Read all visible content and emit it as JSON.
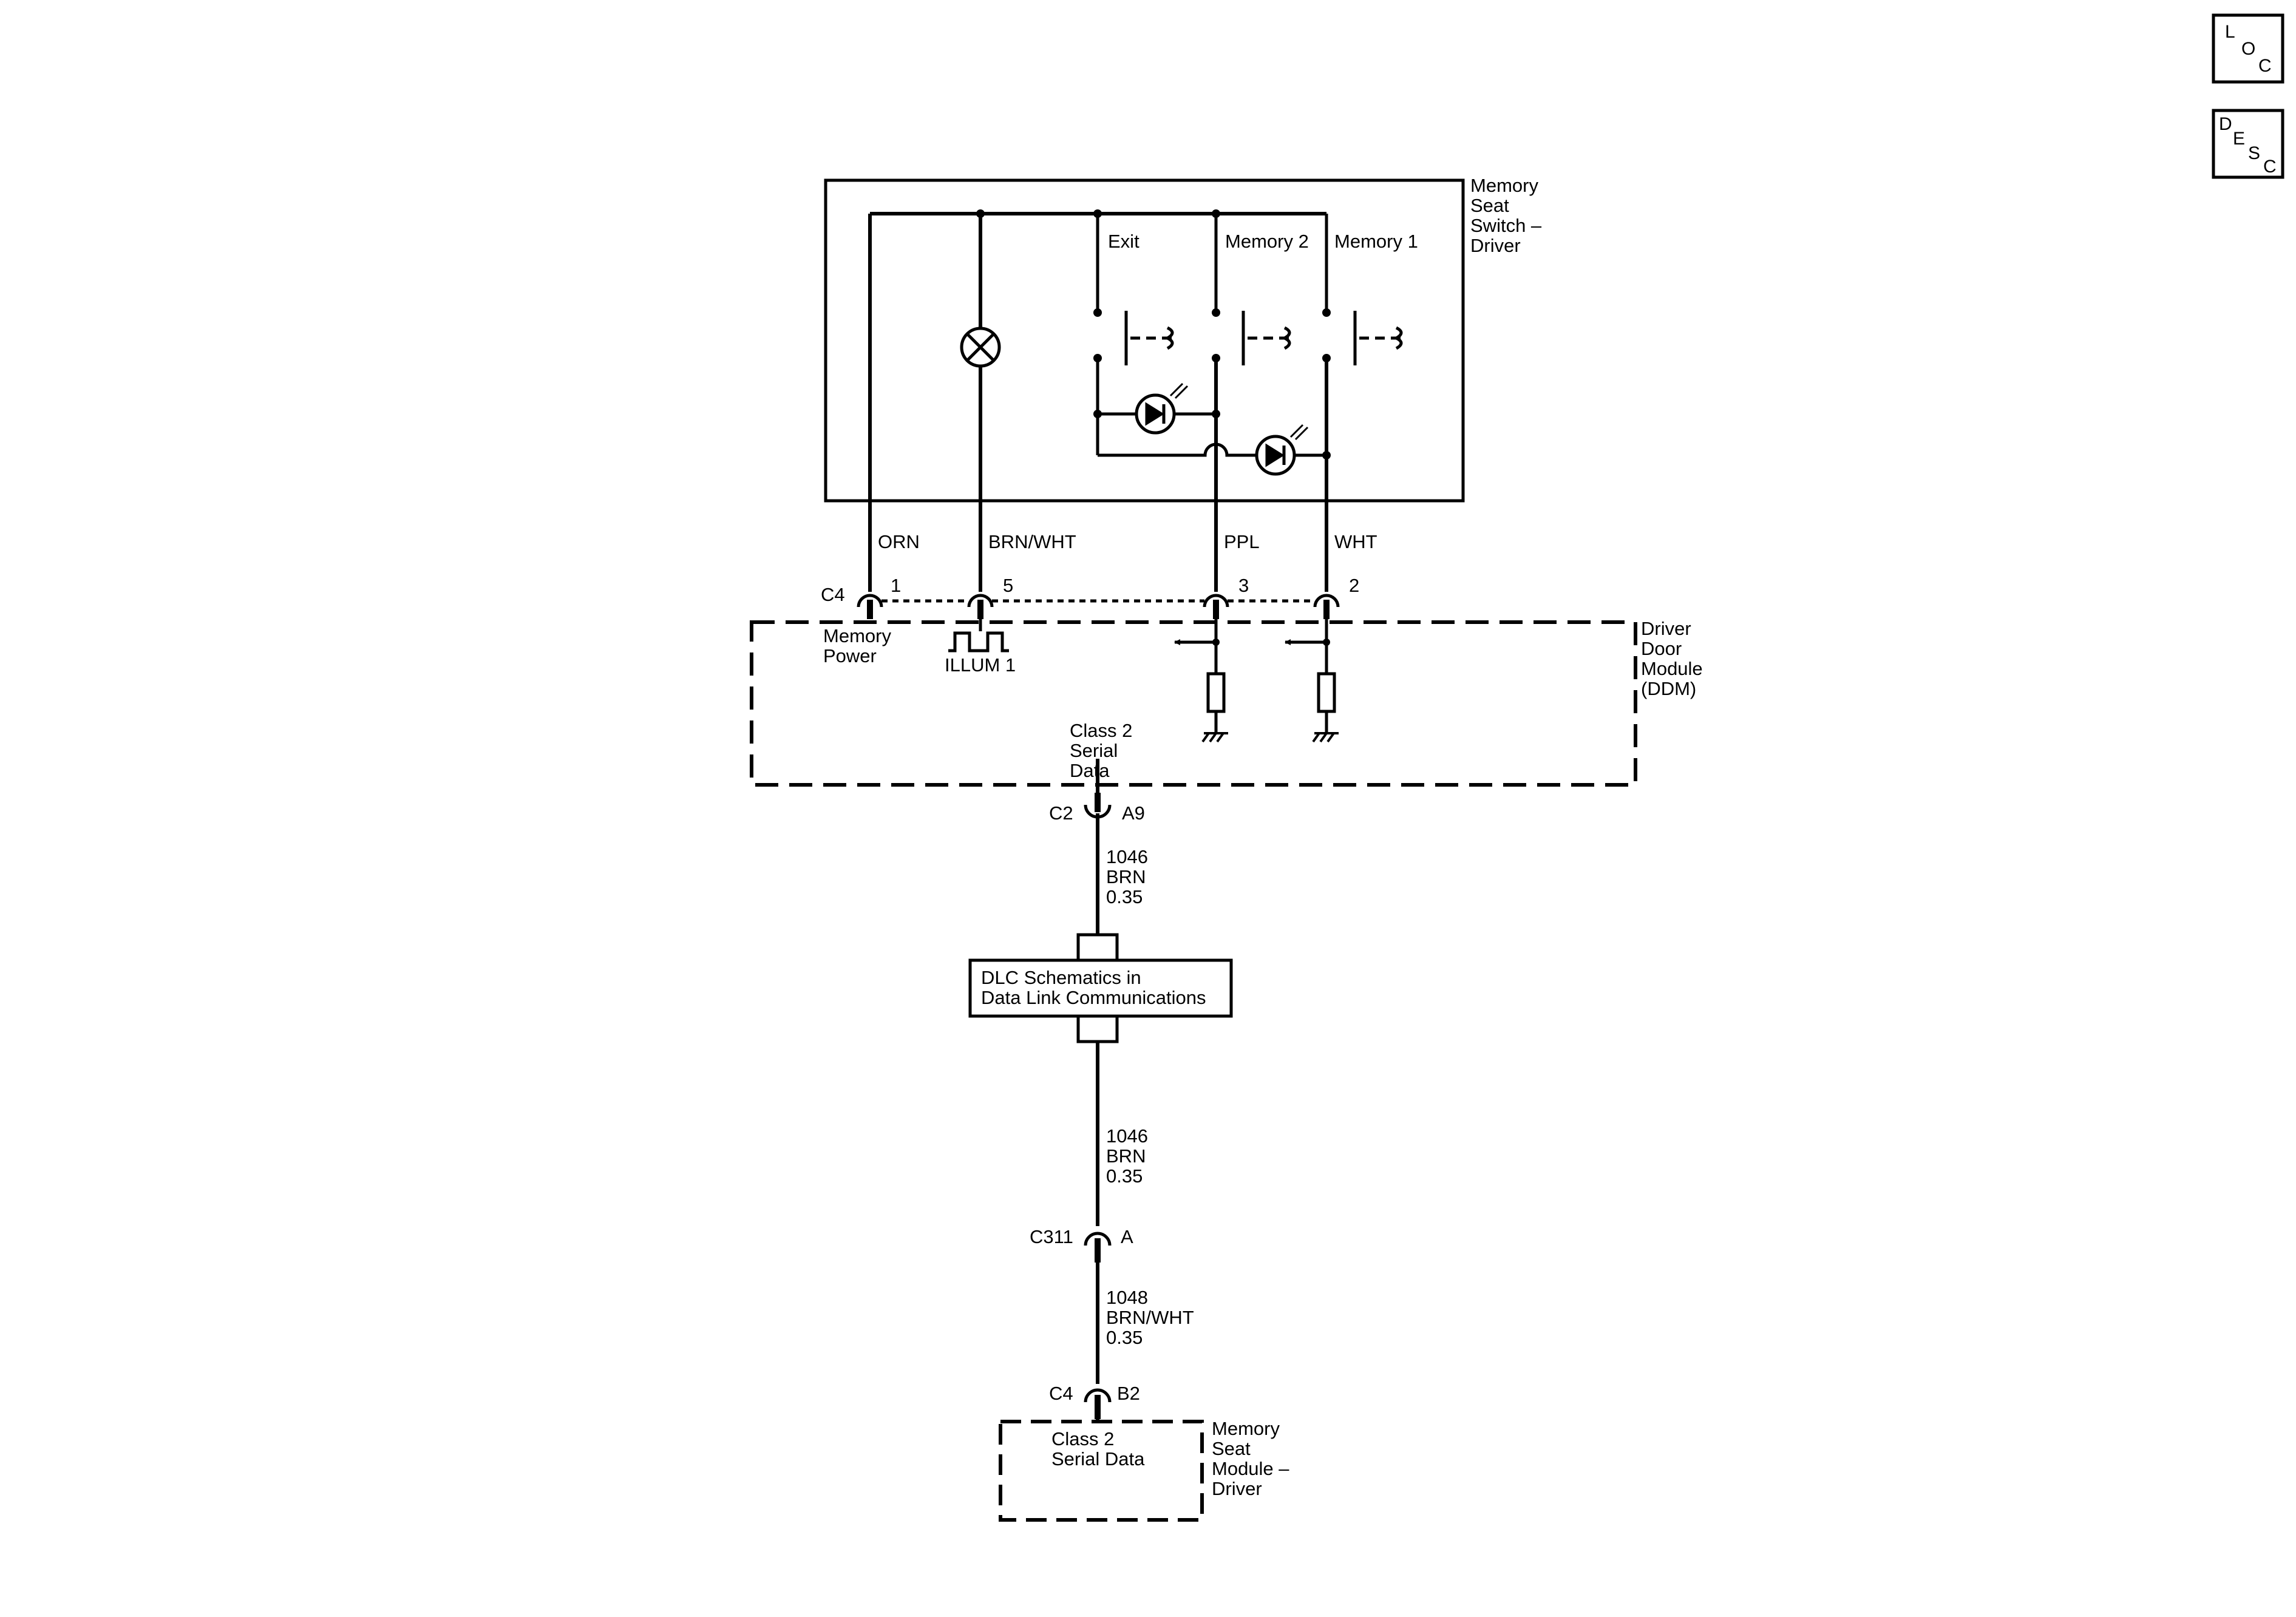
{
  "nav": {
    "loc": [
      "L",
      "O",
      "C"
    ],
    "desc": [
      "D",
      "E",
      "S",
      "C"
    ]
  },
  "switch_module": {
    "name": [
      "Memory",
      "Seat",
      "Switch –",
      "Driver"
    ],
    "exit": "Exit",
    "memory2": "Memory 2",
    "memory1": "Memory 1"
  },
  "wires_top": {
    "orn": "ORN",
    "brnwht": "BRN/WHT",
    "ppl": "PPL",
    "wht": "WHT"
  },
  "c4_ddm": {
    "connector": "C4",
    "pin1": "1",
    "pin5": "5",
    "pin3": "3",
    "pin2": "2"
  },
  "ddm": {
    "name": [
      "Driver",
      "Door",
      "Module",
      "(DDM)"
    ],
    "memory_power": [
      "Memory",
      "Power"
    ],
    "illum": "ILLUM 1",
    "serial": [
      "Class 2",
      "Serial",
      "Data"
    ]
  },
  "c2": {
    "connector": "C2",
    "pin": "A9"
  },
  "wire1": [
    "1046",
    "BRN",
    "0.35"
  ],
  "dlc": [
    "DLC Schematics in",
    "Data Link Communications"
  ],
  "wire2": [
    "1046",
    "BRN",
    "0.35"
  ],
  "c311": {
    "connector": "C311",
    "pin": "A"
  },
  "wire3": [
    "1048",
    "BRN/WHT",
    "0.35"
  ],
  "c4_msm": {
    "connector": "C4",
    "pin": "B2"
  },
  "msm": {
    "serial": [
      "Class 2",
      "Serial Data"
    ],
    "name": [
      "Memory",
      "Seat",
      "Module –",
      "Driver"
    ]
  }
}
